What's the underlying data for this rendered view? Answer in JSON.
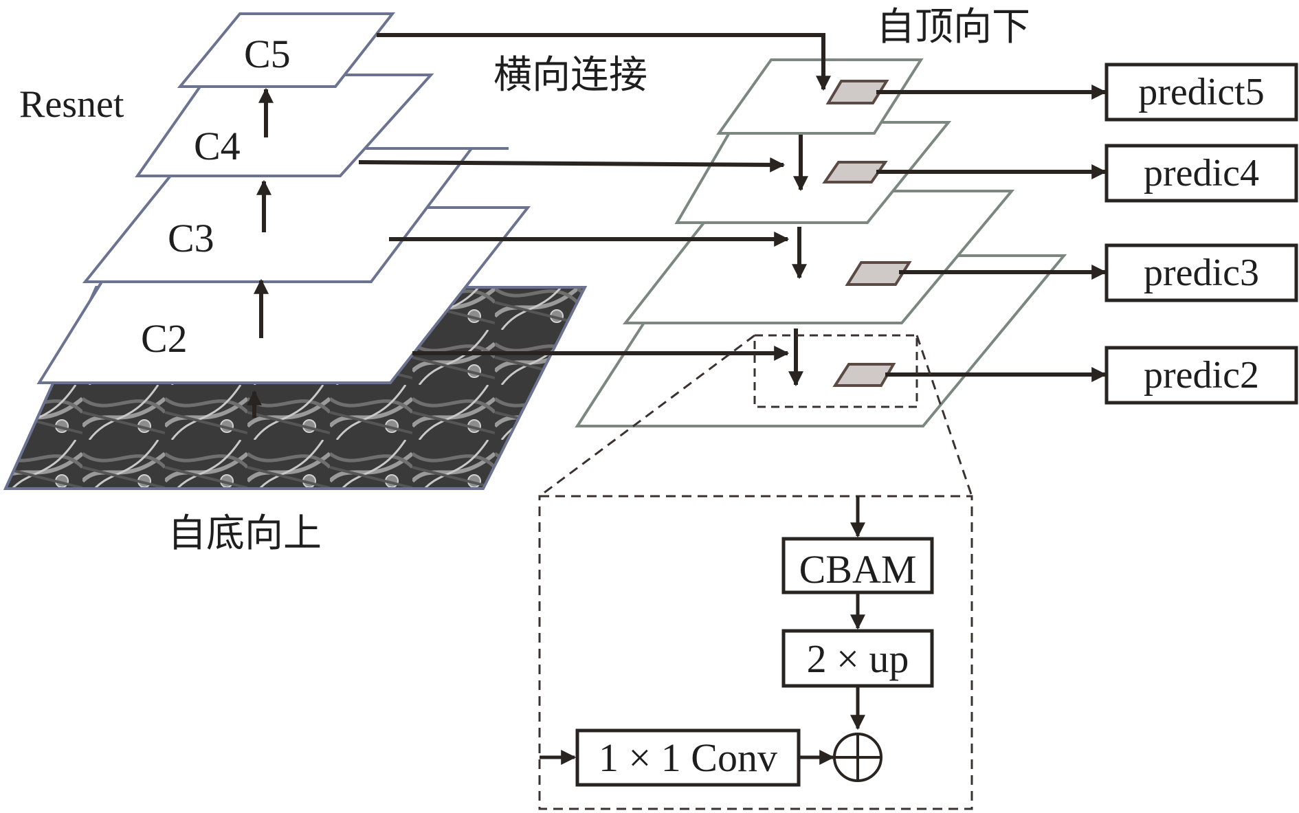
{
  "labels": {
    "resnet": "Resnet",
    "bottom_up": "自底向上",
    "lateral": "横向连接",
    "top_down": "自顶向下"
  },
  "backbone_layers": [
    {
      "id": "c2",
      "label": "C2"
    },
    {
      "id": "c3",
      "label": "C3"
    },
    {
      "id": "c4",
      "label": "C4"
    },
    {
      "id": "c5",
      "label": "C5"
    }
  ],
  "predict_boxes": [
    {
      "id": "p5",
      "label": "predict5"
    },
    {
      "id": "p4",
      "label": "predic4"
    },
    {
      "id": "p3",
      "label": "predic3"
    },
    {
      "id": "p2",
      "label": "predic2"
    }
  ],
  "detail": {
    "cbam": "CBAM",
    "upsample": "2 × up",
    "conv": "1 × 1 Conv",
    "add_symbol": "⊕"
  },
  "colors": {
    "backbone_outline": "#6b7390",
    "fpn_outline": "#7b877f",
    "arrow": "#2a2420",
    "small_square_fill": "#cfcac8",
    "small_square_stroke": "#5b4a44",
    "image_dark": "#2c2c2c"
  }
}
